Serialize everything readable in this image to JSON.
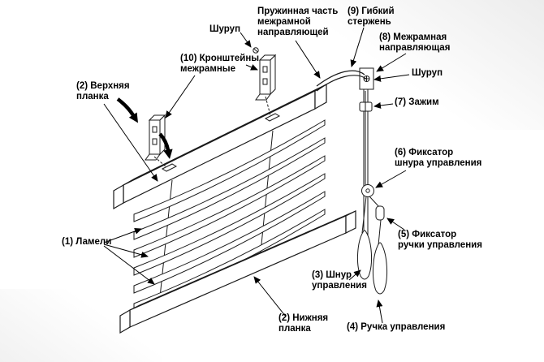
{
  "colors": {
    "background": "#ffffff",
    "line": "#1a1a1a",
    "shade": "#ececec"
  },
  "labels": {
    "screw_top": "Шуруп",
    "spring_part": "Пружинная часть\nмежрамной\nнаправляющей",
    "flexible_rod": "(9) Гибкий\nстержень",
    "interframe_guide": "(8) Межрамная\nнаправляющая",
    "screw_right": "Шуруп",
    "clamp": "(7) Зажим",
    "interframe_brackets": "(10) Кронштейны\nмежрамные",
    "top_rail": "(2) Верхняя\nпланка",
    "cord_lock": "(6) Фиксатор\nшнура управления",
    "handle_lock": "(5) Фиксатор\nручки управления",
    "slats": "(1) Ламели",
    "control_cord": "(3) Шнур\nуправления",
    "bottom_rail": "(2) Нижняя\nпланка",
    "control_handle": "(4) Ручка управления"
  }
}
